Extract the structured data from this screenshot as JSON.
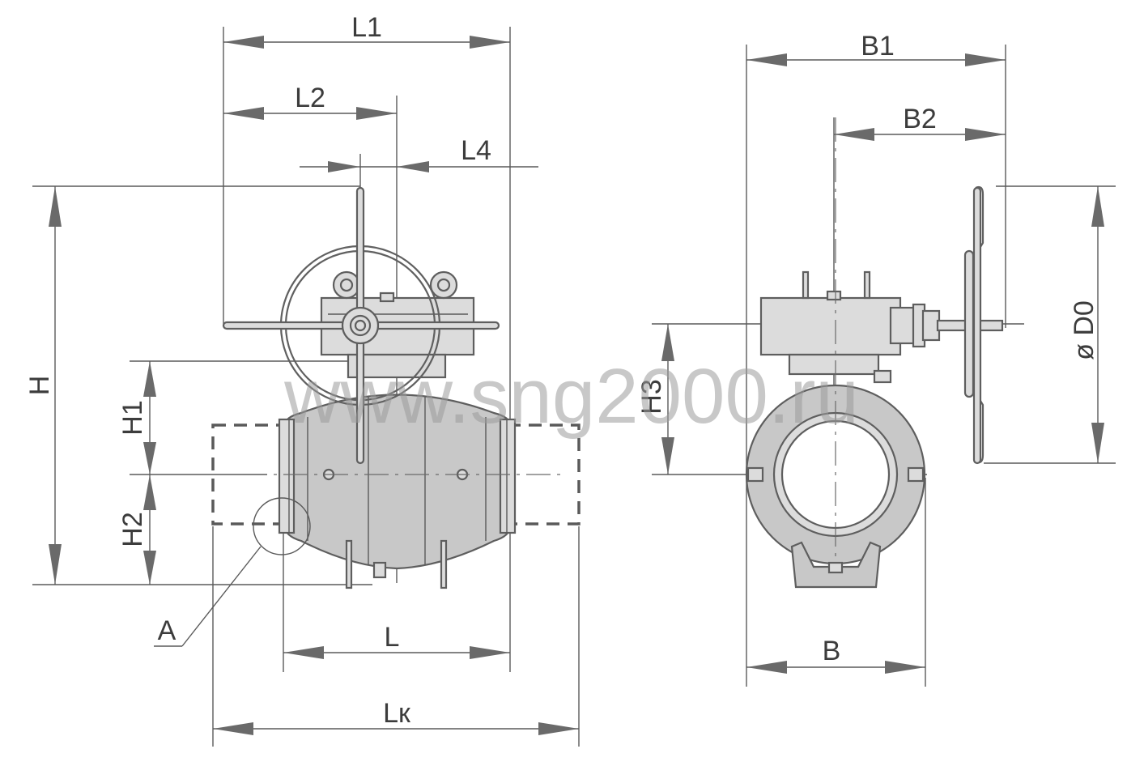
{
  "watermark": "www.sng2000.ru",
  "labels": {
    "L1": "L1",
    "L2": "L2",
    "L4": "L4",
    "H": "H",
    "H1": "H1",
    "H2": "H2",
    "A": "A",
    "L": "L",
    "Lk": "Lк",
    "B1": "B1",
    "B2": "B2",
    "H3": "H3",
    "D0": "ø D0",
    "B": "B"
  }
}
